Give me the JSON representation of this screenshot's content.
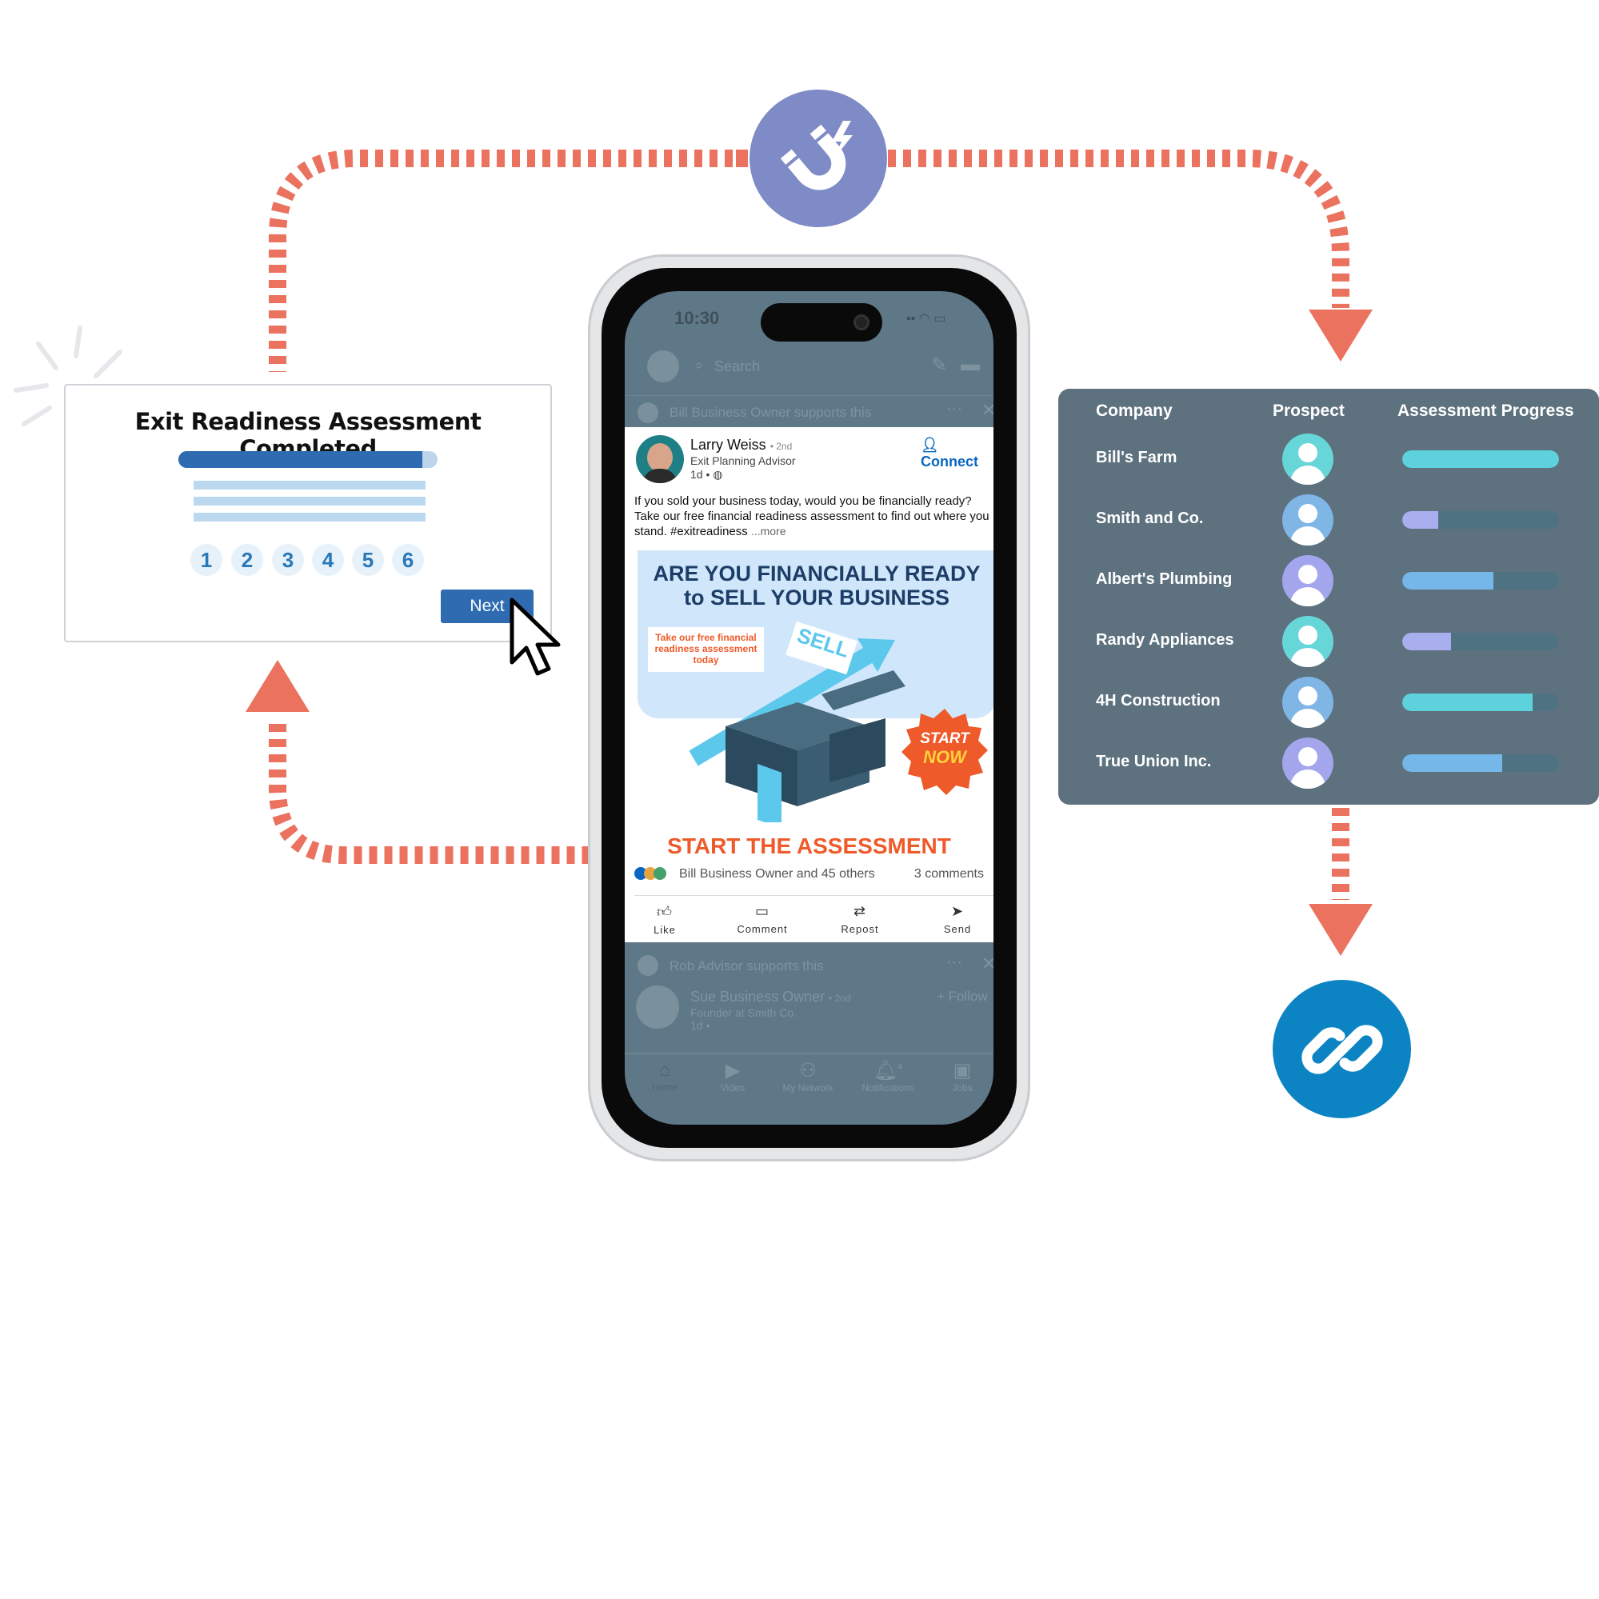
{
  "colors": {
    "flow_arrow": "#ea725f",
    "magnet_circle": "#7f8bc6",
    "link_circle": "#0c83c2",
    "panel_bg": "#5d717e",
    "brand_blue": "#2f6bb0",
    "cta_orange": "#ef5a2a"
  },
  "icons": {
    "magnet": "magnet-icon",
    "link": "link-icon",
    "cursor": "pointer-cursor-icon"
  },
  "assessment": {
    "title": "Exit Readiness Assessment Completed",
    "progress": 0.94,
    "steps": [
      "1",
      "2",
      "3",
      "4",
      "5",
      "6"
    ],
    "next_label": "Next"
  },
  "phone": {
    "time": "10:30",
    "search_placeholder": "Search",
    "supports_top": "Bill Business Owner supports this",
    "post": {
      "author": "Larry Weiss",
      "degree": "• 2nd",
      "headline": "Exit Planning Advisor",
      "meta": "1d •",
      "connect_label": "Connect",
      "body": "If you sold your business today, would you be financially ready? Take our free financial readiness assessment to find out where you stand. #exitreadiness",
      "more": "...more",
      "image_heading_1": "ARE YOU FINANCIALLY READY",
      "image_heading_2": "to SELL YOUR BUSINESS",
      "image_callout": "Take our free financial readiness assessment today",
      "image_sign": "SELL",
      "badge_1": "START",
      "badge_2": "NOW",
      "cta": "START THE ASSESSMENT",
      "reactions": "Bill Business Owner and 45 others",
      "comments": "3 comments",
      "actions": [
        "Like",
        "Comment",
        "Repost",
        "Send"
      ]
    },
    "supports_bottom": "Rob Advisor supports this",
    "next_post_author": "Sue Business Owner",
    "next_post_degree": "• 2nd",
    "next_post_headline": "Founder at Smith Co.",
    "next_post_meta": "1d •",
    "follow_label": "+ Follow",
    "nav": [
      "Home",
      "Video",
      "My Network",
      "Notifications",
      "Jobs"
    ],
    "notifications_badge": "4"
  },
  "table": {
    "headers": [
      "Company",
      "Prospect",
      "Assessment Progress"
    ],
    "rows": [
      {
        "company": "Bill's Farm",
        "avatar_color": "#67d6d8",
        "progress": 1.0,
        "bar_color": "#5ed2dc"
      },
      {
        "company": "Smith and Co.",
        "avatar_color": "#7fb6e6",
        "progress": 0.23,
        "bar_color": "#a9aeef"
      },
      {
        "company": "Albert's Plumbing",
        "avatar_color": "#a3a6ec",
        "progress": 0.58,
        "bar_color": "#76b7e9"
      },
      {
        "company": "Randy Appliances",
        "avatar_color": "#67d6d8",
        "progress": 0.31,
        "bar_color": "#a9aeef"
      },
      {
        "company": "4H Construction",
        "avatar_color": "#7fb6e6",
        "progress": 0.83,
        "bar_color": "#5ed2dc"
      },
      {
        "company": "True Union Inc.",
        "avatar_color": "#a3a6ec",
        "progress": 0.64,
        "bar_color": "#76b7e9"
      }
    ]
  }
}
